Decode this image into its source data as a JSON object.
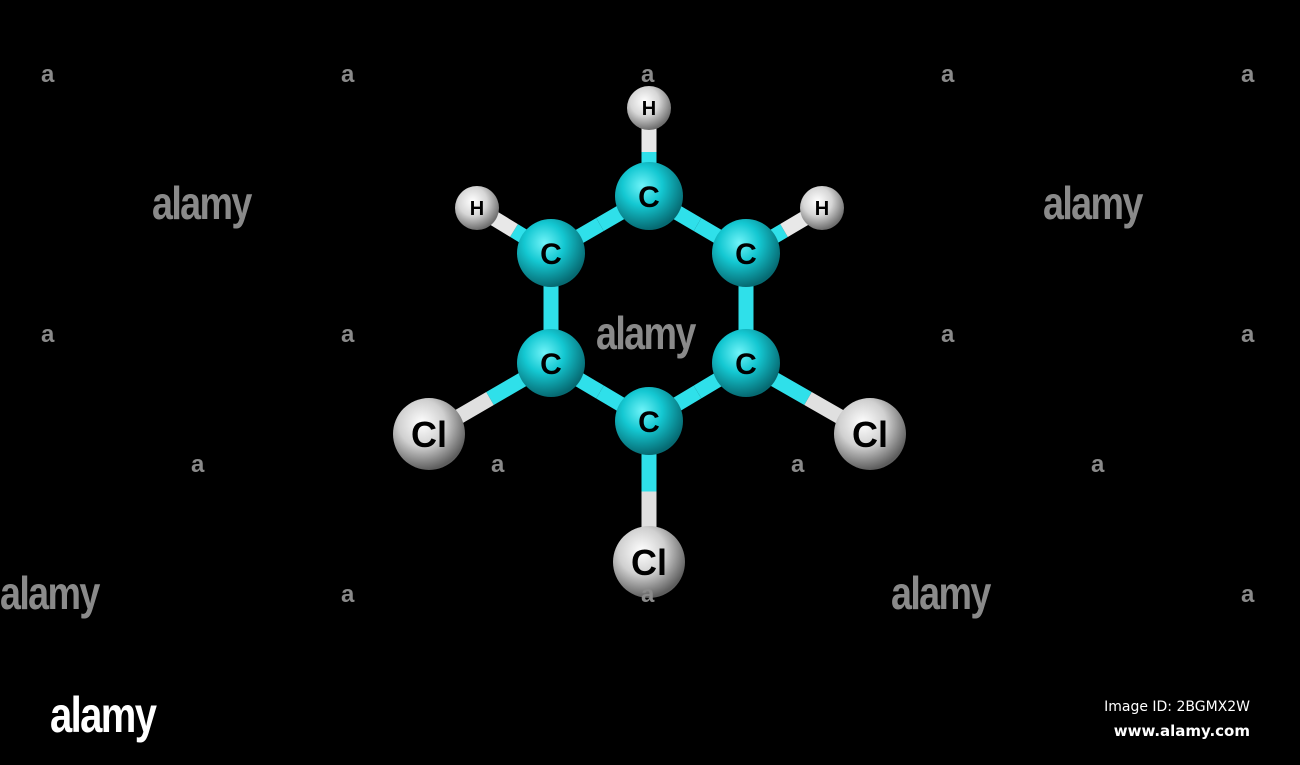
{
  "background_color": "#000000",
  "molecule": {
    "atoms": [
      {
        "label": "C",
        "element": "carbon"
      },
      {
        "label": "C",
        "element": "carbon"
      },
      {
        "label": "C",
        "element": "carbon"
      },
      {
        "label": "C",
        "element": "carbon"
      },
      {
        "label": "C",
        "element": "carbon"
      },
      {
        "label": "C",
        "element": "carbon"
      },
      {
        "label": "H",
        "element": "hydrogen"
      },
      {
        "label": "H",
        "element": "hydrogen"
      },
      {
        "label": "H",
        "element": "hydrogen"
      },
      {
        "label": "Cl",
        "element": "chlorine"
      },
      {
        "label": "Cl",
        "element": "chlorine"
      },
      {
        "label": "Cl",
        "element": "chlorine"
      }
    ],
    "bonds": [
      [
        0,
        1
      ],
      [
        1,
        3
      ],
      [
        3,
        5
      ],
      [
        5,
        4
      ],
      [
        4,
        2
      ],
      [
        2,
        0
      ],
      [
        0,
        6
      ],
      [
        1,
        7
      ],
      [
        2,
        8
      ],
      [
        3,
        9
      ],
      [
        4,
        10
      ],
      [
        5,
        11
      ]
    ],
    "colors": {
      "carbon": "#14c8d2",
      "hydrogen": "#e6e6e6",
      "chlorine": "#d9d9d9"
    }
  },
  "watermark": {
    "big_text": "alamy",
    "small_text": "a",
    "color": "#8a8a8a"
  },
  "footer": {
    "logo_text": "alamy",
    "image_id": "Image ID: 2BGMX2W",
    "url": "www.alamy.com"
  }
}
